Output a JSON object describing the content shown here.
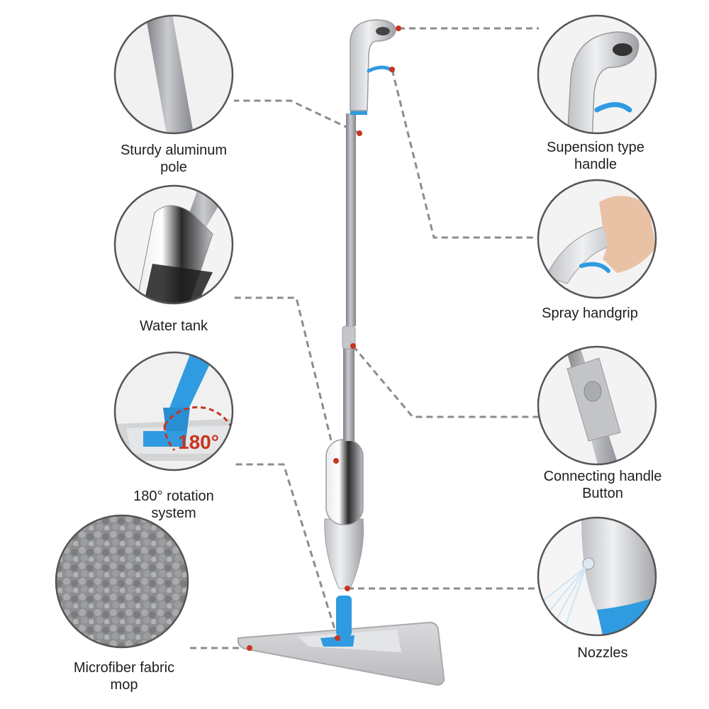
{
  "features": {
    "pole": {
      "line1": "Sturdy aluminum",
      "line2": "pole"
    },
    "handle": {
      "line1": "Supension type",
      "line2": "handle"
    },
    "tank": {
      "line1": "Water tank"
    },
    "grip": {
      "line1": "Spray  handgrip"
    },
    "rotation": {
      "line1": "180° rotation",
      "line2": "system",
      "badge": "180°"
    },
    "button": {
      "line1": "Connecting handle",
      "line2": "Button"
    },
    "nozzles": {
      "line1": "Nozzles"
    },
    "mop": {
      "line1": "Microfiber fabric",
      "line2": "mop"
    }
  },
  "colors": {
    "accent_blue": "#2f9be0",
    "pole_gray": "#9a9ca0",
    "pin_red": "#c8341f",
    "leader_gray": "#8c8c8c",
    "circle_border": "#555555"
  },
  "icons": [
    "mop-illustration",
    "callout-pin"
  ]
}
